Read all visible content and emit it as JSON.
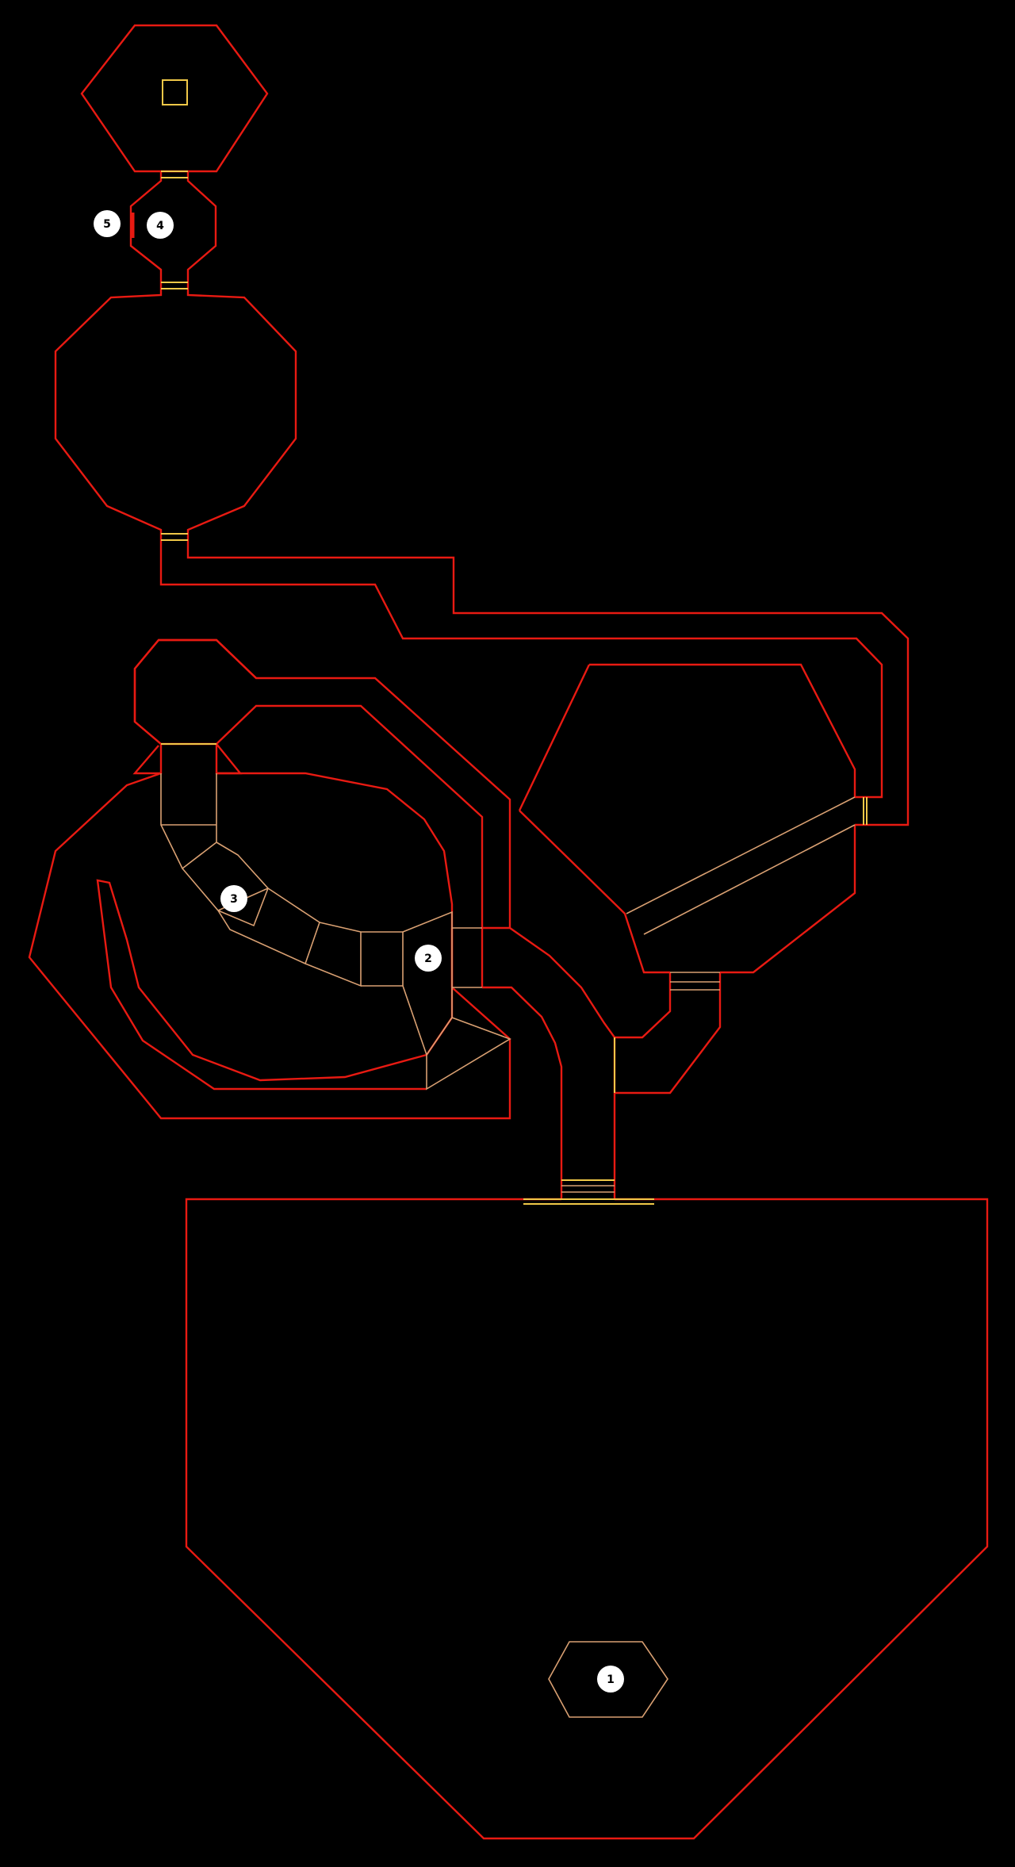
{
  "map": {
    "background_color": "#000000",
    "colors": {
      "wall": "#e81a12",
      "step": "#d9a072",
      "door": "#f0c848",
      "marker_fill": "#ffffff",
      "marker_text": "#000000"
    },
    "markers": [
      {
        "id": "marker-1",
        "label": "1"
      },
      {
        "id": "marker-2",
        "label": "2"
      },
      {
        "id": "marker-3",
        "label": "3"
      },
      {
        "id": "marker-4",
        "label": "4"
      },
      {
        "id": "marker-5",
        "label": "5"
      }
    ],
    "icons": [
      "circle-marker-icon",
      "square-item-icon"
    ]
  }
}
